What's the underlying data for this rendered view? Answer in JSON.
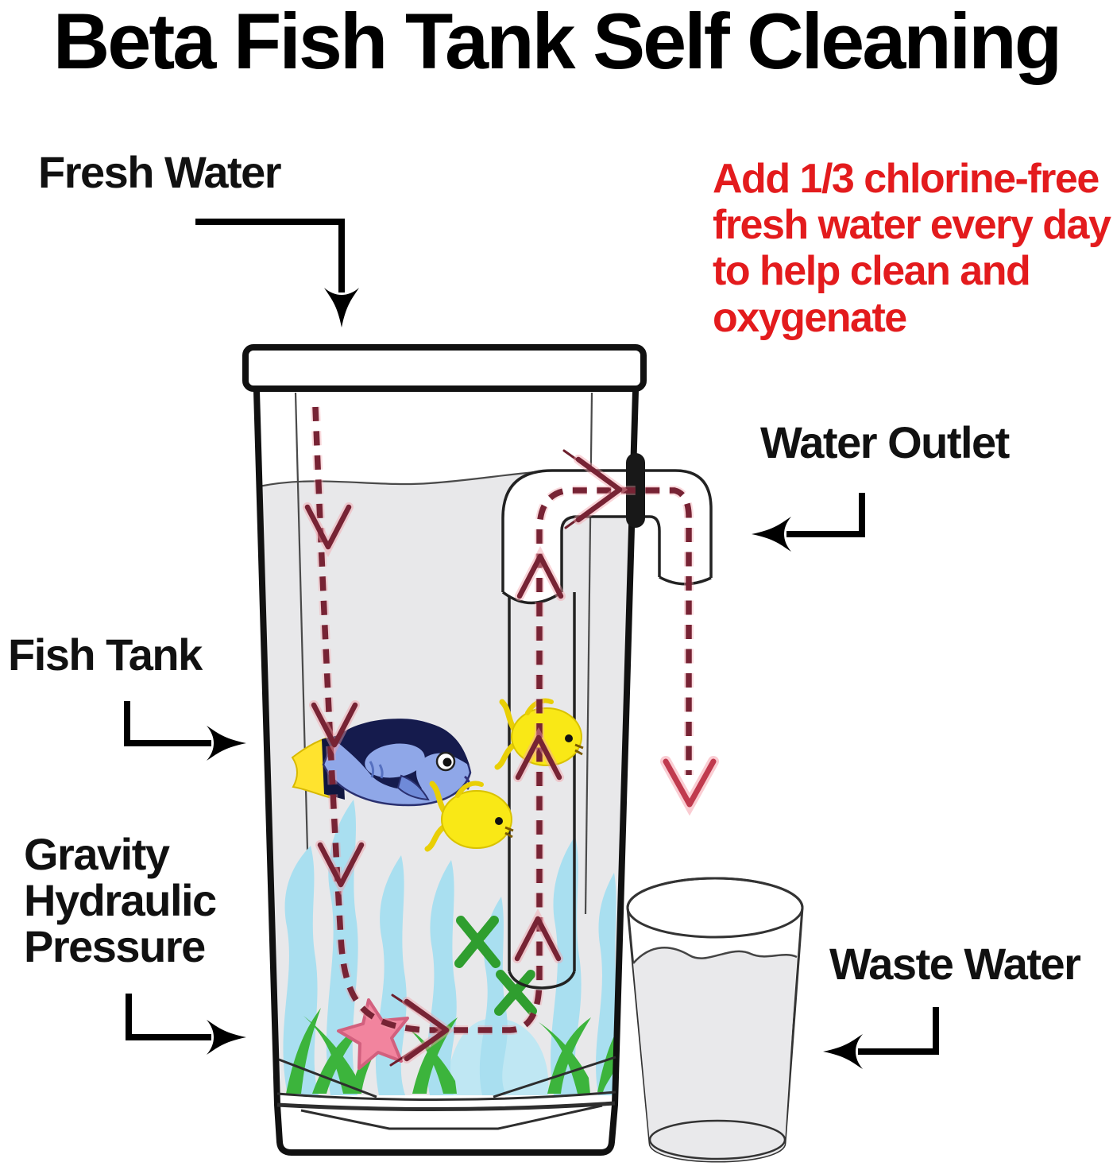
{
  "title": "Beta Fish Tank Self Cleaning",
  "note": {
    "text": "Add 1/3 chlorine-free\nfresh water every day\nto help clean and\noxygenate",
    "color": "#e31b1d"
  },
  "labels": {
    "fresh_water": "Fresh Water",
    "water_outlet": "Water Outlet",
    "fish_tank": "Fish Tank",
    "gravity_hydraulic_pressure": "Gravity\nHydraulic\nPressure",
    "waste_water": "Waste Water"
  },
  "diagram": {
    "parts": [
      "fish-tank-with-lid",
      "water-inlet-flow-dashed-path",
      "airlift-standpipe",
      "outlet-elbow-pipe",
      "pipe-wall-connector",
      "blue-tang-fish",
      "yellow-fish-pair",
      "starfish",
      "aquatic-plants",
      "waste-water-glass"
    ],
    "flow_sequence": [
      "fresh water in from top",
      "down through tank",
      "across bottom past plants",
      "up the standpipe",
      "out through wall outlet",
      "falls into waste water glass"
    ]
  },
  "colors": {
    "background": "#ffffff",
    "text": "#111111",
    "note_red": "#e31b1d",
    "flow_dash_maroon": "#772334",
    "flow_glow_pink": "#f2a0a8",
    "water_gray": "#e8e8ea",
    "tank_outline": "#111111",
    "plant_blue": "#a9dff0",
    "plant_green": "#3cb43c",
    "starfish_pink": "#f2849e",
    "blue_fish_body": "#8fa7e8",
    "blue_fish_mask": "#151b4d",
    "yellow_fish": "#f9e816",
    "tail_yellow": "#ffe32e"
  }
}
